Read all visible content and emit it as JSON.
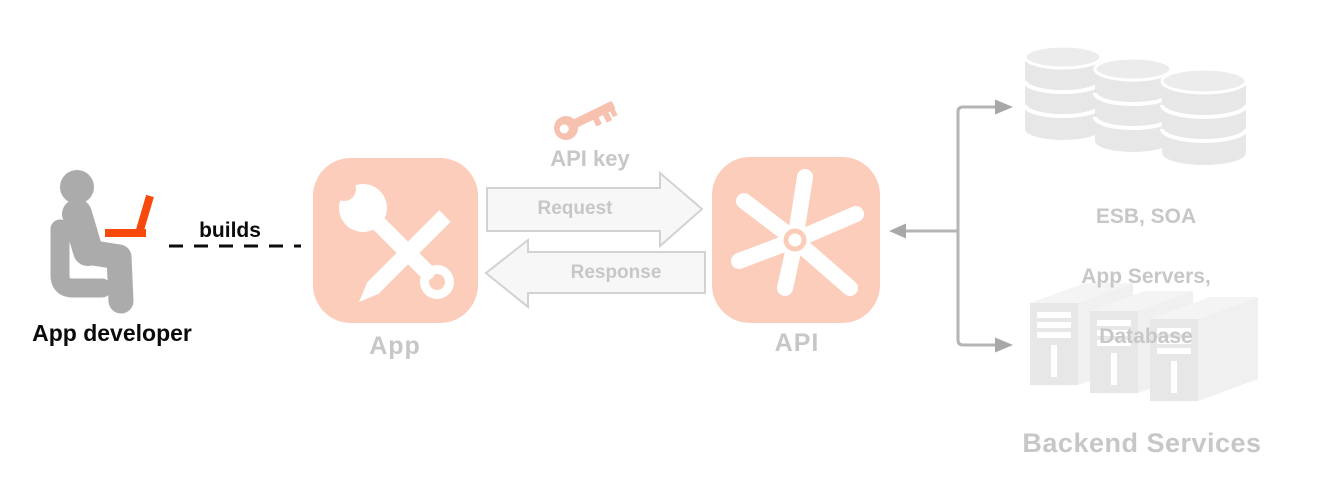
{
  "diagram": {
    "developer": {
      "label": "App developer",
      "relation_label": "builds"
    },
    "app": {
      "label": "App"
    },
    "api": {
      "label": "API"
    },
    "exchange": {
      "key_label": "API key",
      "request_label": "Request",
      "response_label": "Response"
    },
    "backend": {
      "esb_lines": [
        "ESB, SOA",
        "App Servers,",
        "Database"
      ],
      "services_label": "Backend Services"
    }
  },
  "colors": {
    "accent_orange": "#F8490C",
    "icon_salmon": "#FBCDBA",
    "key_salmon": "#F6C1AF",
    "muted_text_gray": "#C7C7C7",
    "silhouette_gray": "#ABABAB",
    "connector_gray": "#B5B5B5",
    "arrowhead_gray": "#A8A8A8",
    "backend_shape_gray": "#E7E7E7",
    "flow_arrow_fill": "#F7F7F7",
    "flow_arrow_border": "#D2D2D2",
    "relation_black": "#0B0B0B"
  },
  "icons": [
    {
      "name": "app-developer-icon",
      "depicts": "person seated in chair"
    },
    {
      "name": "laptop-icon",
      "depicts": "open laptop (orange)"
    },
    {
      "name": "app-icon",
      "depicts": "crossed wrench and pencil in rounded square"
    },
    {
      "name": "api-key-icon",
      "depicts": "key"
    },
    {
      "name": "api-icon",
      "depicts": "spark/gear asterisk in rounded square"
    },
    {
      "name": "database-icon",
      "depicts": "three stacked database cylinders"
    },
    {
      "name": "servers-icon",
      "depicts": "three server towers"
    }
  ]
}
